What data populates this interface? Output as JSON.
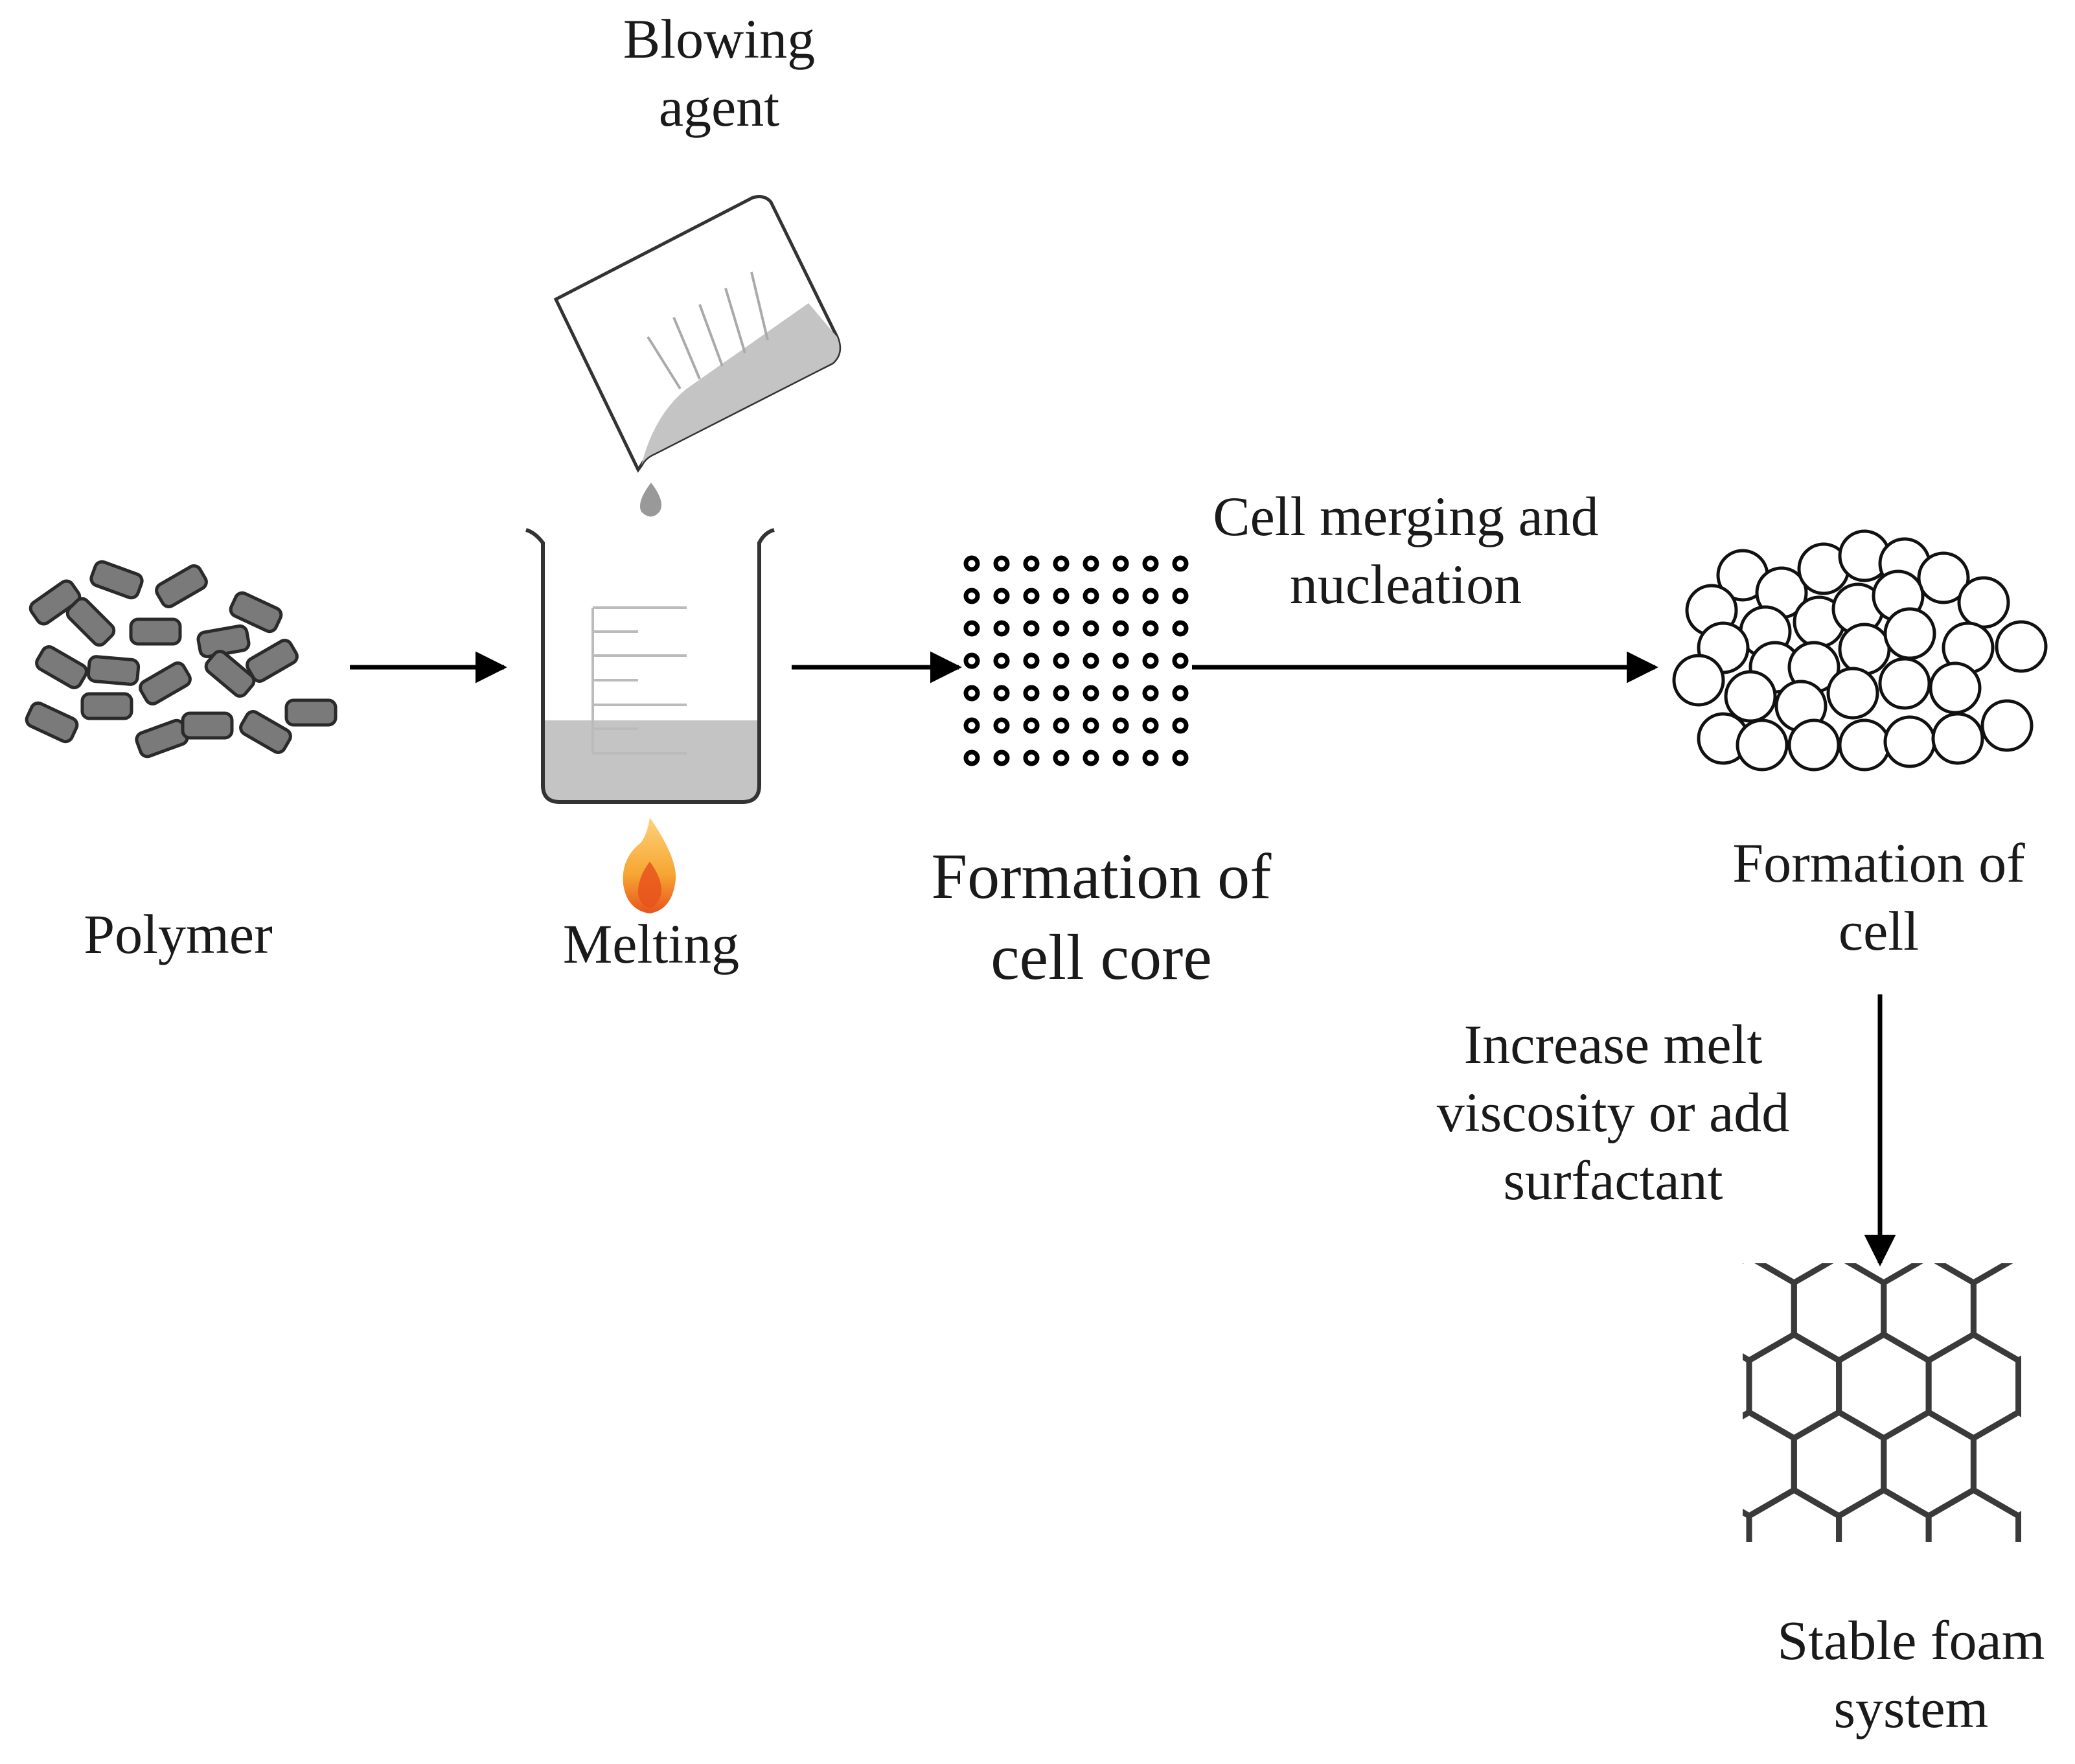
{
  "labels": {
    "blowing_agent": [
      "Blowing",
      "agent"
    ],
    "polymer": "Polymer",
    "melting": "Melting",
    "cell_core": [
      "Formation of",
      "cell core"
    ],
    "merging": [
      "Cell merging and",
      "nucleation"
    ],
    "cell": [
      "Formation of",
      "cell"
    ],
    "increase": [
      "Increase melt",
      "viscosity or add",
      "surfactant"
    ],
    "stable": [
      "Stable foam",
      "system"
    ]
  },
  "colors": {
    "pellet_fill": "#7a7a7a",
    "pellet_stroke": "#2a2a2a",
    "liquid": "#c4c4c4",
    "line": "#000000",
    "flame_outer": "#f6a531",
    "flame_inner": "#e8531c",
    "honeycomb": "#3a3a3a"
  },
  "icons": {
    "pellets": "polymer-pellets-icon",
    "beaker": "beaker-icon",
    "pouring_beaker": "pouring-beaker-icon",
    "flame": "flame-icon",
    "dot_grid": "cell-core-dot-grid",
    "bubbles": "bubble-cluster",
    "honeycomb": "honeycomb-foam"
  }
}
